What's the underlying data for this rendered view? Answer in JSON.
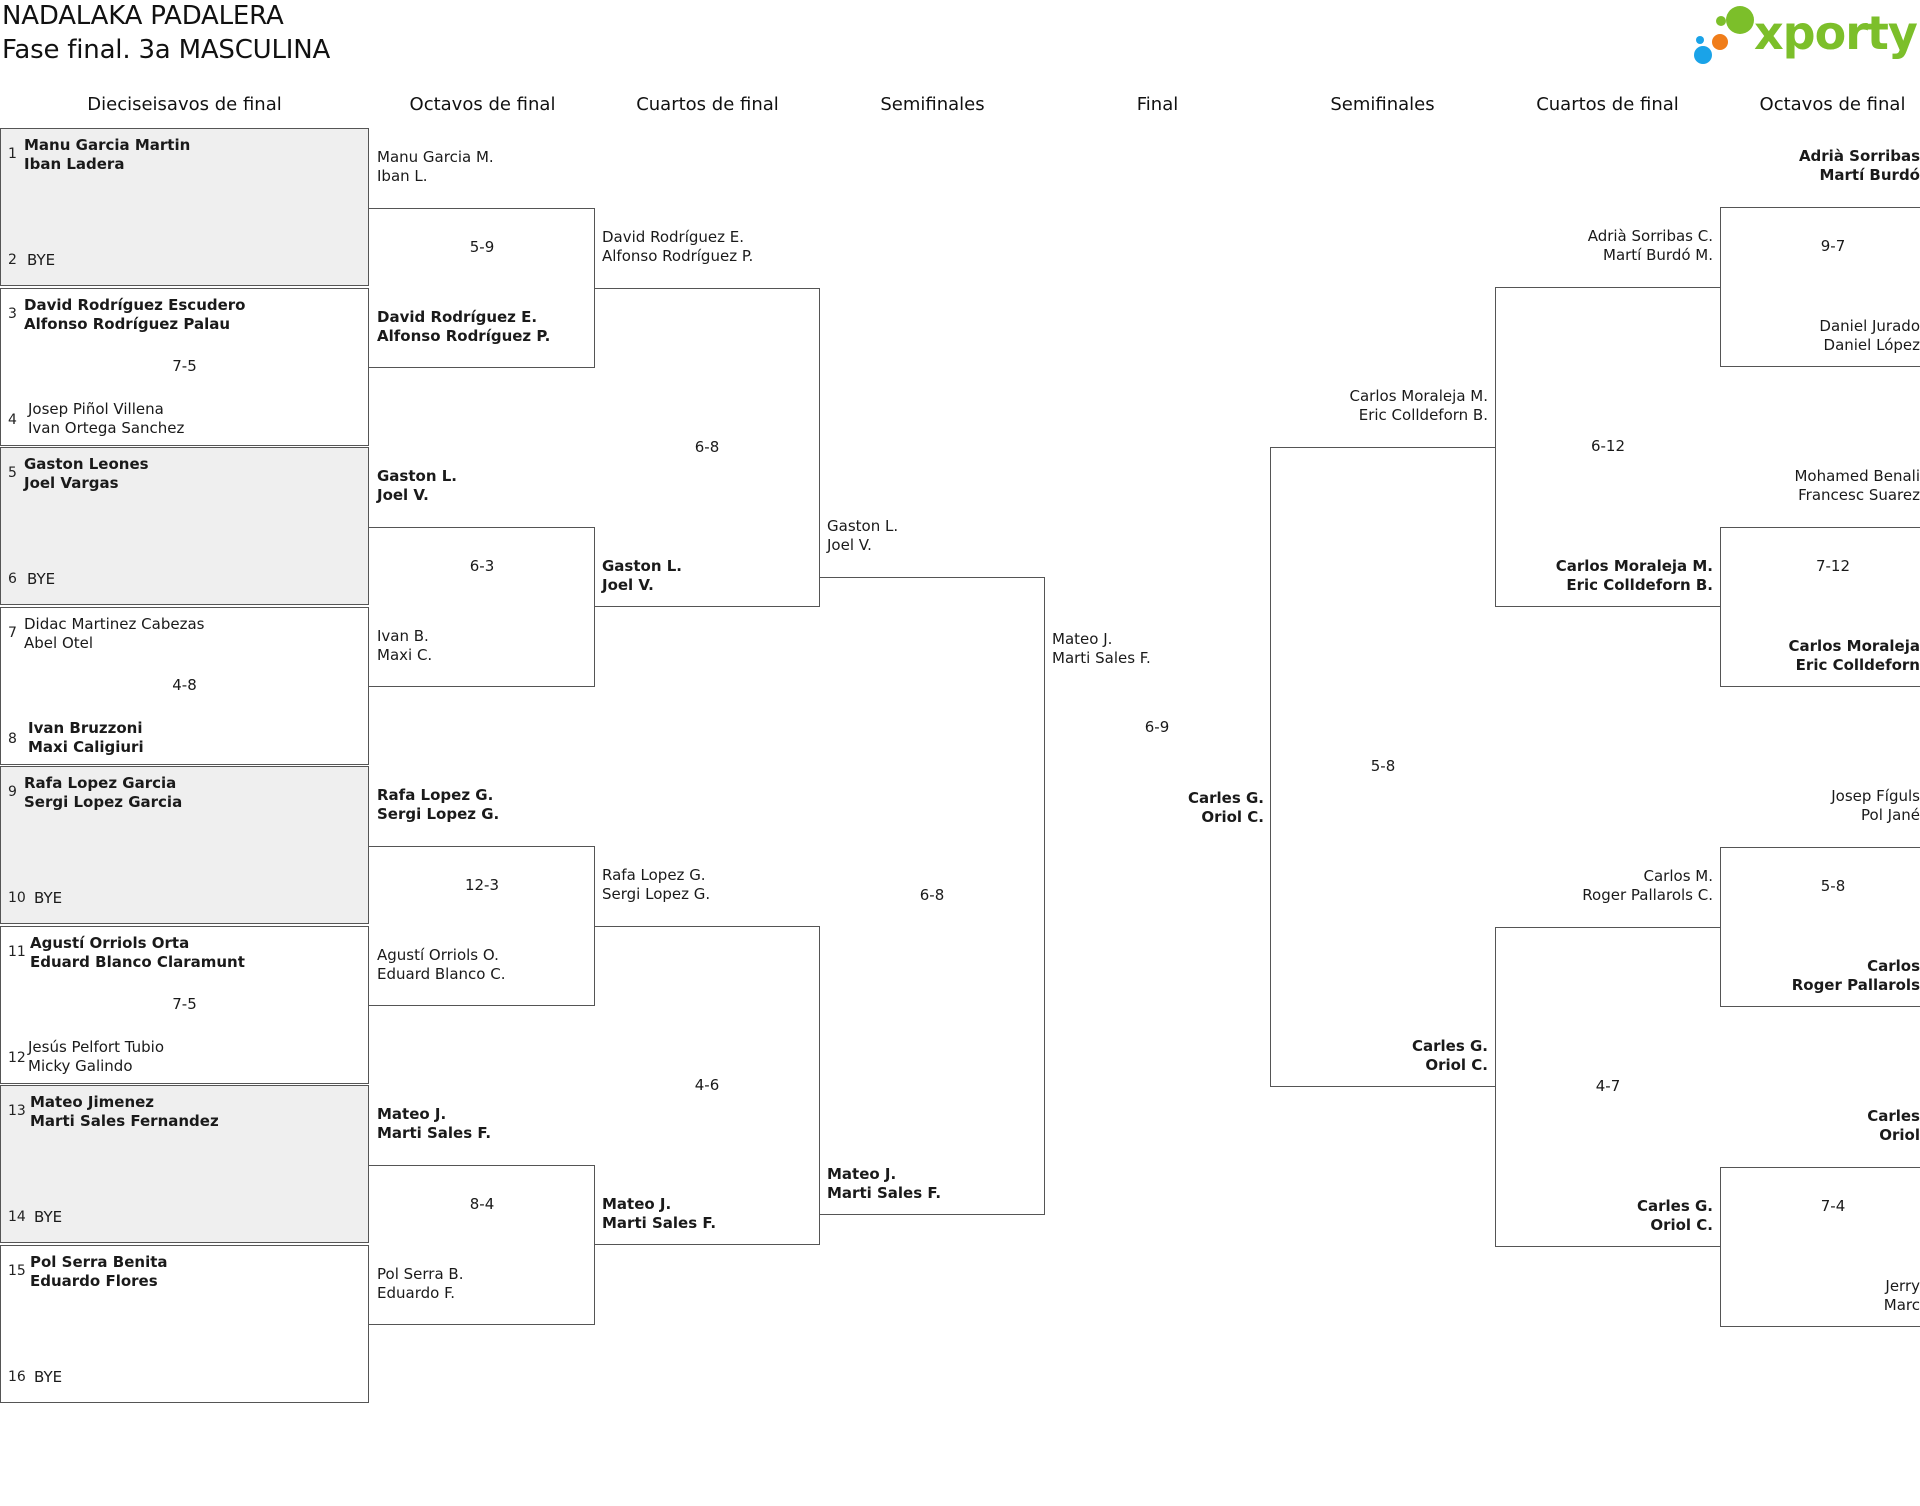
{
  "header": {
    "title": "NADALAKA PADALERA",
    "subtitle": "Fase final. 3a MASCULINA",
    "logo_text": "xporty",
    "logo_colors": {
      "green": "#7cbf2a",
      "orange": "#f07d1a",
      "blue": "#1aa3e8"
    }
  },
  "rounds": {
    "r32": "Dieciseisavos de final",
    "r16": "Octavos de final",
    "qf": "Cuartos de final",
    "sf": "Semifinales",
    "final": "Final",
    "sf_right": "Semifinales",
    "qf_right": "Cuartos de final",
    "r16_right": "Octavos de final"
  },
  "first_round": [
    {
      "seed_a": "1",
      "team_a": [
        "Manu Garcia Martin",
        "Iban Ladera"
      ],
      "seed_b": "2",
      "team_b": "BYE",
      "score": "",
      "bye": true
    },
    {
      "seed_a": "3",
      "team_a": [
        "David Rodríguez Escudero",
        "Alfonso Rodríguez Palau"
      ],
      "seed_b": "4",
      "team_b": [
        "Josep Piñol Villena",
        "Ivan Ortega Sanchez"
      ],
      "score": "7-5",
      "bye": false
    },
    {
      "seed_a": "5",
      "team_a": [
        "Gaston Leones",
        "Joel Vargas"
      ],
      "seed_b": "6",
      "team_b": "BYE",
      "score": "",
      "bye": true
    },
    {
      "seed_a": "7",
      "team_a": [
        "Didac Martinez Cabezas",
        "Abel Otel"
      ],
      "seed_b": "8",
      "team_b": [
        "Ivan Bruzzoni",
        "Maxi Caligiuri"
      ],
      "score": "4-8",
      "bye": false,
      "winner_b": true
    },
    {
      "seed_a": "9",
      "team_a": [
        "Rafa Lopez Garcia",
        "Sergi Lopez Garcia"
      ],
      "seed_b": "10",
      "team_b": "BYE",
      "score": "",
      "bye": true
    },
    {
      "seed_a": "11",
      "team_a": [
        "Agustí Orriols Orta",
        "Eduard Blanco Claramunt"
      ],
      "seed_b": "12",
      "team_b": [
        "Jesús Pelfort Tubio",
        "Micky Galindo"
      ],
      "score": "7-5",
      "bye": false
    },
    {
      "seed_a": "13",
      "team_a": [
        "Mateo Jimenez",
        "Marti Sales Fernandez"
      ],
      "seed_b": "14",
      "team_b": "BYE",
      "score": "",
      "bye": true
    },
    {
      "seed_a": "15",
      "team_a": [
        "Pol Serra Benita",
        "Eduardo Flores"
      ],
      "seed_b": "16",
      "team_b": "BYE",
      "score": "",
      "bye": false
    }
  ],
  "left_r16": [
    {
      "a": [
        "Manu Garcia M.",
        "Iban L."
      ],
      "b": [
        "David Rodríguez E.",
        "Alfonso Rodríguez P."
      ],
      "score": "5-9",
      "winner": "b"
    },
    {
      "a": [
        "Gaston L.",
        "Joel V."
      ],
      "b": [
        "Ivan B.",
        "Maxi C."
      ],
      "score": "6-3",
      "winner": "a"
    },
    {
      "a": [
        "Rafa Lopez G.",
        "Sergi Lopez G."
      ],
      "b": [
        "Agustí Orriols O.",
        "Eduard Blanco C."
      ],
      "score": "12-3",
      "winner": "a"
    },
    {
      "a": [
        "Mateo J.",
        "Marti Sales F."
      ],
      "b": [
        "Pol Serra B.",
        "Eduardo F."
      ],
      "score": "8-4",
      "winner": "a"
    }
  ],
  "left_qf": [
    {
      "a": [
        "David Rodríguez E.",
        "Alfonso Rodríguez P."
      ],
      "b": [
        "Gaston L.",
        "Joel V."
      ],
      "score": "6-8",
      "winner": "b"
    },
    {
      "a": [
        "Rafa Lopez G.",
        "Sergi Lopez G."
      ],
      "b": [
        "Mateo J.",
        "Marti Sales F."
      ],
      "score": "4-6",
      "winner": "b"
    }
  ],
  "left_sf": {
    "a": [
      "Gaston L.",
      "Joel V."
    ],
    "b": [
      "Mateo J.",
      "Marti Sales F."
    ],
    "score": "6-8",
    "winner": "b"
  },
  "final": {
    "a": [
      "Mateo J.",
      "Marti Sales F."
    ],
    "b": [
      "Carles G.",
      "Oriol C."
    ],
    "score": "6-9",
    "winner": "b"
  },
  "right_sf": {
    "a": [
      "Carlos Moraleja M.",
      "Eric Colldeforn B."
    ],
    "b": [
      "Carles G.",
      "Oriol C."
    ],
    "score": "5-8",
    "winner": "b"
  },
  "right_qf": [
    {
      "a": [
        "Adrià Sorribas C.",
        "Martí Burdó M."
      ],
      "b": [
        "Carlos Moraleja M.",
        "Eric Colldeforn B."
      ],
      "score": "6-12",
      "winner": "b"
    },
    {
      "a": [
        "Carlos M.",
        "Roger Pallarols C."
      ],
      "b": [
        "Carles G.",
        "Oriol C."
      ],
      "score": "4-7",
      "winner": "b"
    }
  ],
  "right_r16": [
    {
      "a": [
        "Adrià Sorribas",
        "Martí Burdó"
      ],
      "b": [
        "Daniel Jurado",
        "Daniel López"
      ],
      "score": "9-7",
      "winner": "a"
    },
    {
      "a": [
        "Mohamed Benali",
        "Francesc Suarez"
      ],
      "b": [
        "Carlos Moraleja",
        "Eric Colldeforn"
      ],
      "score": "7-12",
      "winner": "b"
    },
    {
      "a": [
        "Josep Fíguls",
        "Pol Jané"
      ],
      "b": [
        "Carlos",
        "Roger Pallarols"
      ],
      "score": "5-8",
      "winner": "b"
    },
    {
      "a": [
        "Carles",
        "Oriol"
      ],
      "b": [
        "Jerry",
        "Marc"
      ],
      "score": "7-4",
      "winner": "a"
    }
  ]
}
